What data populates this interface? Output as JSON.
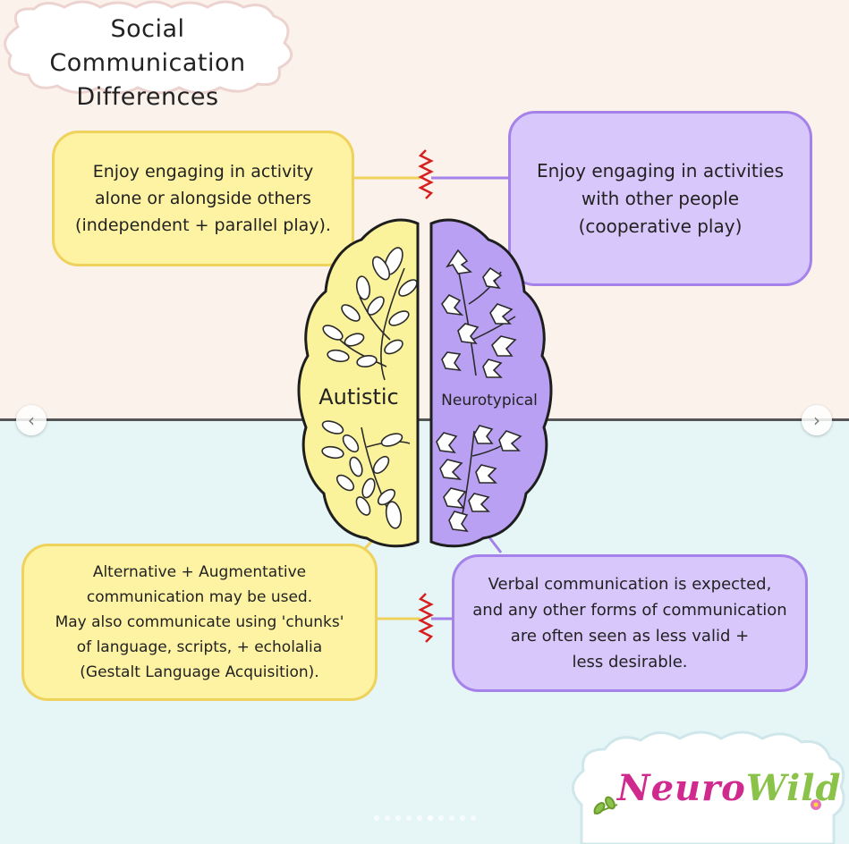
{
  "title": {
    "line1": "Social Communication",
    "line2": "Differences"
  },
  "hemispheres": {
    "left_label": "Autistic",
    "right_label": "Neurotypical"
  },
  "boxes": {
    "top_left": "Enjoy engaging in activity\nalone or alongside others\n(independent + parallel play).",
    "top_right": "Enjoy engaging in activities\nwith other people\n(cooperative play)",
    "bottom_left": "Alternative + Augmentative\ncommunication may be used.\nMay also communicate using 'chunks'\nof language, scripts, + echolalia\n(Gestalt Language Acquisition).",
    "bottom_right": "Verbal communication is expected,\nand any other forms of communication\nare often seen as less valid +\nless desirable."
  },
  "logo": {
    "part1": "Neuro",
    "part2": "Wild"
  },
  "nav": {
    "prev": "‹",
    "next": "›"
  },
  "colors": {
    "yellow_fill": "#fdf3a3",
    "yellow_border": "#efd25c",
    "purple_fill": "#d8c7fb",
    "purple_border": "#a582ea",
    "zigzag": "#d62020",
    "logo_pink": "#d02a8e",
    "logo_green": "#8bc34a"
  }
}
